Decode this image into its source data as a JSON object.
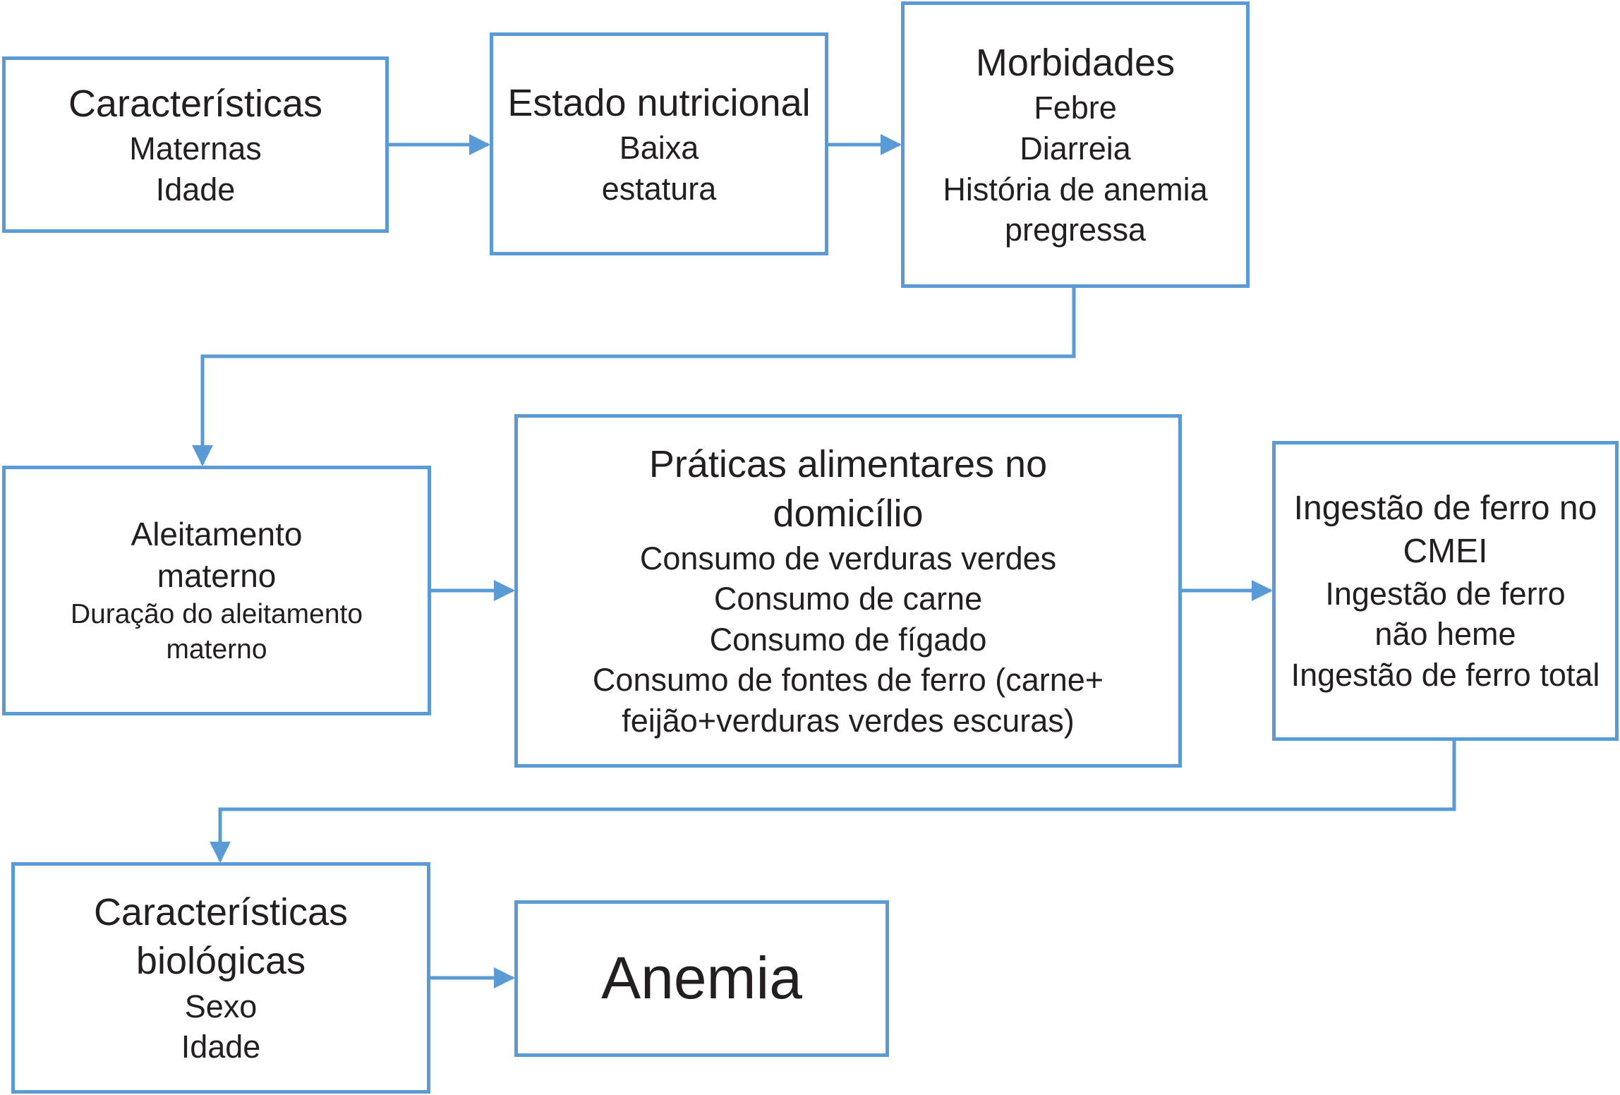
{
  "diagram": {
    "boxes": [
      {
        "title": "Características",
        "lines": [
          "Maternas",
          "Idade"
        ]
      },
      {
        "title": "Estado nutricional",
        "lines": [
          "Baixa",
          "estatura"
        ]
      },
      {
        "title": "Morbidades",
        "lines": [
          "Febre",
          "Diarreia",
          "História de anemia",
          "pregressa"
        ]
      },
      {
        "title_lines": [
          "Aleitamento",
          "materno"
        ],
        "lines": [
          "Duração do aleitamento",
          "materno"
        ]
      },
      {
        "title_lines": [
          "Práticas alimentares no",
          "domicílio"
        ],
        "lines": [
          "Consumo de verduras verdes",
          "Consumo de carne",
          "Consumo de fígado",
          "Consumo de fontes de ferro (carne+",
          "feijão+verduras verdes escuras)"
        ]
      },
      {
        "title_lines": [
          "Ingestão de ferro no",
          "CMEI"
        ],
        "lines": [
          "Ingestão de ferro",
          "não heme",
          "Ingestão de ferro total"
        ]
      },
      {
        "title_lines": [
          "Características",
          "biológicas"
        ],
        "lines": [
          "Sexo",
          "Idade"
        ]
      },
      {
        "title": "Anemia"
      }
    ],
    "colors": {
      "border": "#5b9bd5",
      "arrow": "#5b9bd5",
      "text": "#231f20"
    }
  }
}
